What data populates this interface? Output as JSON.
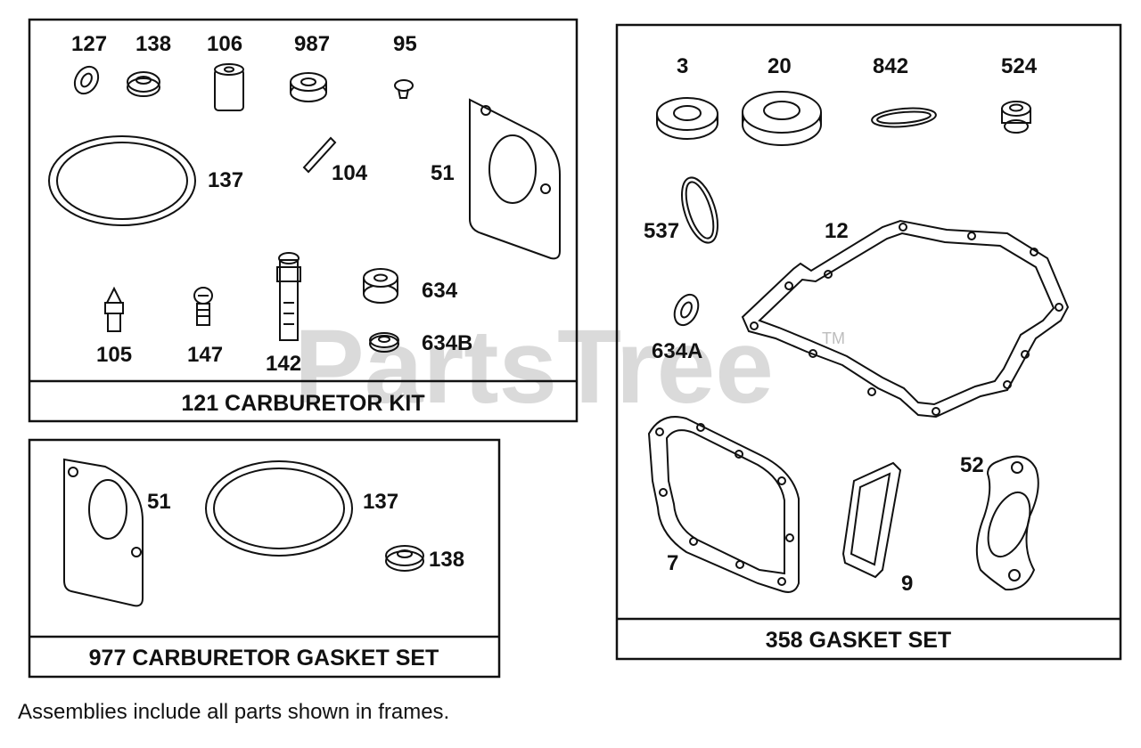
{
  "watermark": {
    "text": "PartsTree",
    "tm": "TM"
  },
  "frames": {
    "carb_kit": {
      "title": "121 CARBURETOR KIT",
      "labels": {
        "p127": "127",
        "p138": "138",
        "p106": "106",
        "p987": "987",
        "p95": "95",
        "p137": "137",
        "p104": "104",
        "p51": "51",
        "p634": "634",
        "p634b": "634B",
        "p105": "105",
        "p147": "147",
        "p142": "142"
      }
    },
    "gasket_carb": {
      "title": "977 CARBURETOR GASKET SET",
      "labels": {
        "p51": "51",
        "p137": "137",
        "p138": "138"
      }
    },
    "gasket_set": {
      "title": "358 GASKET SET",
      "labels": {
        "p3": "3",
        "p20": "20",
        "p842": "842",
        "p524": "524",
        "p537": "537",
        "p12": "12",
        "p634a": "634A",
        "p52": "52",
        "p7": "7",
        "p9": "9"
      }
    }
  },
  "footnote": "Assemblies include all parts shown in frames."
}
